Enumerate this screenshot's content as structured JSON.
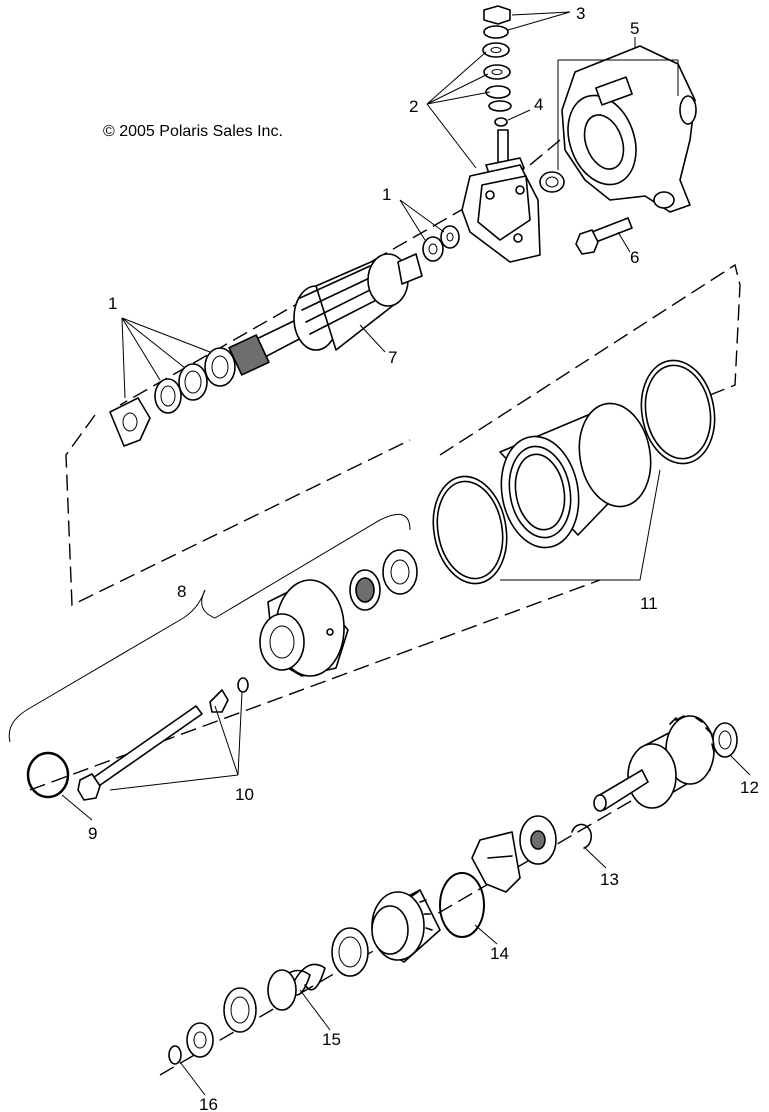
{
  "copyright": "© 2005 Polaris Sales Inc.",
  "callouts": [
    "1",
    "1",
    "2",
    "3",
    "4",
    "5",
    "6",
    "7",
    "8",
    "9",
    "10",
    "11",
    "12",
    "13",
    "14",
    "15",
    "16"
  ]
}
